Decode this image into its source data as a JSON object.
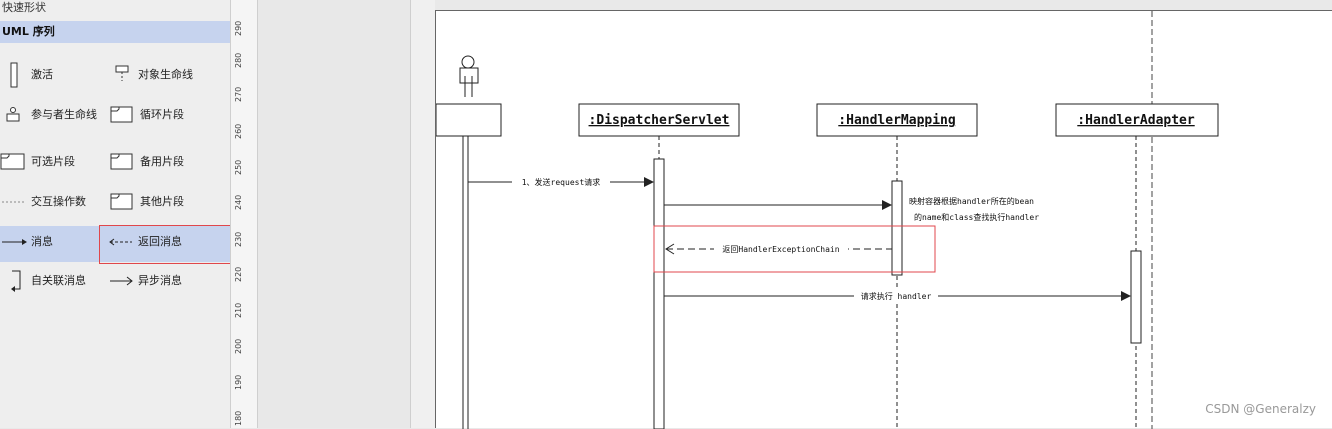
{
  "sidebar": {
    "title": "快速形状",
    "section": "UML 序列",
    "shapes": {
      "activation": "激活",
      "object_lifeline": "对象生命线",
      "actor_lifeline": "参与者生命线",
      "loop_fragment": "循环片段",
      "optional_fragment": "可选片段",
      "alternative_fragment": "备用片段",
      "interaction_operand": "交互操作数",
      "other_fragment": "其他片段",
      "message": "消息",
      "return_message": "返回消息",
      "self_message": "自关联消息",
      "async_message": "异步消息"
    }
  },
  "ruler": {
    "ticks": [
      "290",
      "280",
      "270",
      "260",
      "250",
      "240",
      "230",
      "220",
      "210",
      "200",
      "190",
      "180"
    ]
  },
  "diagram": {
    "lifelines": {
      "dispatcher": ":DispatcherServlet",
      "handler_mapping": ":HandlerMapping",
      "handler_adapter": ":HandlerAdapter"
    },
    "messages": {
      "send_request": "1、发送request请求",
      "mapping_line1": "映射容器根据handler所在的bean",
      "mapping_line2": "的name和class查找执行handler",
      "return_chain": "返回HandlerExceptionChain",
      "execute_handler": "请求执行 handler"
    }
  },
  "watermark": "CSDN @Generalzy",
  "colors": {
    "section_bg": "#c6d3ee",
    "highlight_border": "#e0474c"
  }
}
